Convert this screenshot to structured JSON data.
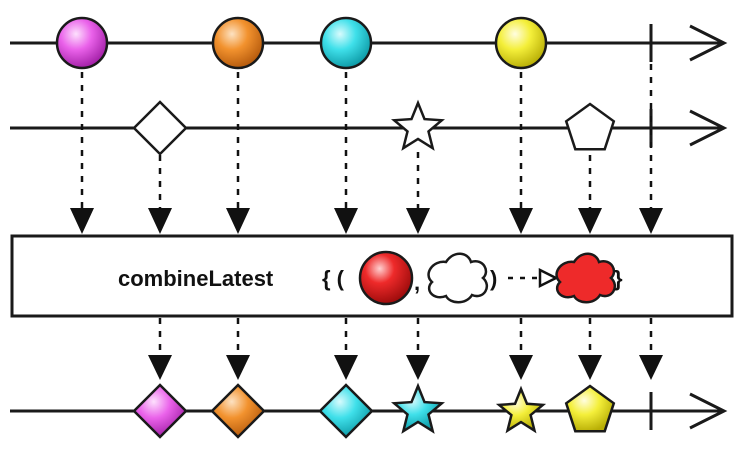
{
  "operator": {
    "name": "combineLatest",
    "open": "{ (",
    "comma": ",",
    "close_paren": ")",
    "close_brace": "}"
  },
  "colors": {
    "line": "#1a1a1a",
    "magenta": "#e95ce9",
    "orange": "#f2922e",
    "cyan": "#3fe0ea",
    "yellow": "#f4ef3a",
    "red": "#ee2a2a",
    "white": "#ffffff"
  },
  "streams": {
    "top": {
      "items": [
        {
          "shape": "circle",
          "color": "magenta"
        },
        {
          "shape": "circle",
          "color": "orange"
        },
        {
          "shape": "circle",
          "color": "cyan"
        },
        {
          "shape": "circle",
          "color": "yellow"
        }
      ],
      "completes": true
    },
    "middle": {
      "items": [
        {
          "shape": "diamond",
          "color": "white"
        },
        {
          "shape": "star",
          "color": "white"
        },
        {
          "shape": "pentagon",
          "color": "white"
        }
      ],
      "completes": true
    },
    "result": {
      "items": [
        {
          "shape": "diamond",
          "color": "magenta"
        },
        {
          "shape": "diamond",
          "color": "orange"
        },
        {
          "shape": "diamond",
          "color": "cyan"
        },
        {
          "shape": "star",
          "color": "cyan"
        },
        {
          "shape": "star",
          "color": "yellow"
        },
        {
          "shape": "pentagon",
          "color": "yellow"
        }
      ],
      "completes": true
    }
  }
}
